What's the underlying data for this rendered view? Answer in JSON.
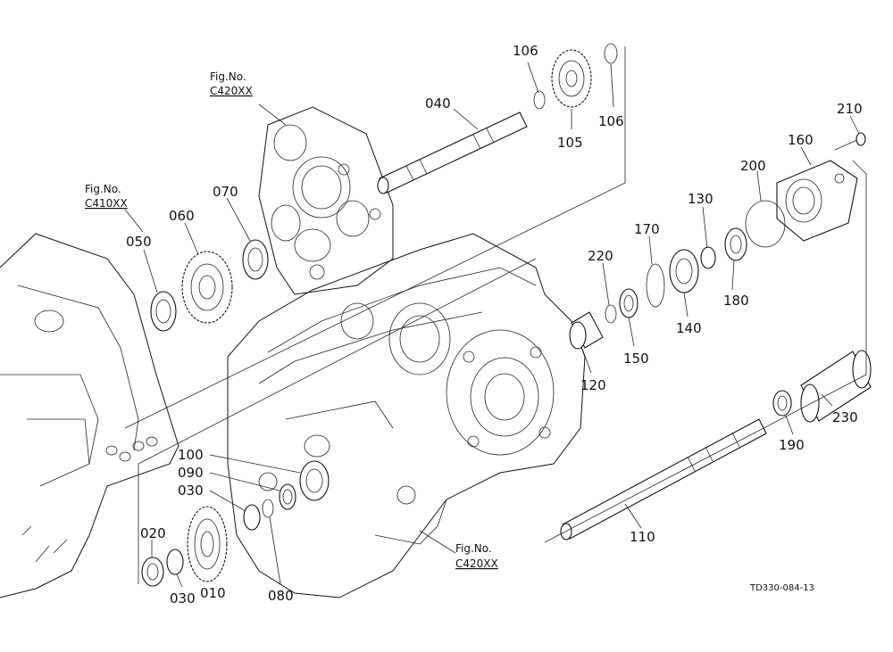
{
  "diagram": {
    "drawing_code": "TD330-084-13",
    "figure_references": [
      {
        "label": "Fig.No.",
        "code": "C420XX"
      },
      {
        "label": "Fig.No.",
        "code": "C410XX"
      },
      {
        "label": "Fig.No.",
        "code": "C420XX"
      }
    ],
    "callouts": [
      "040",
      "106",
      "105",
      "106",
      "210",
      "160",
      "200",
      "130",
      "170",
      "220",
      "070",
      "060",
      "050",
      "180",
      "140",
      "150",
      "120",
      "230",
      "190",
      "100",
      "090",
      "030",
      "020",
      "030",
      "010",
      "080",
      "110"
    ]
  }
}
